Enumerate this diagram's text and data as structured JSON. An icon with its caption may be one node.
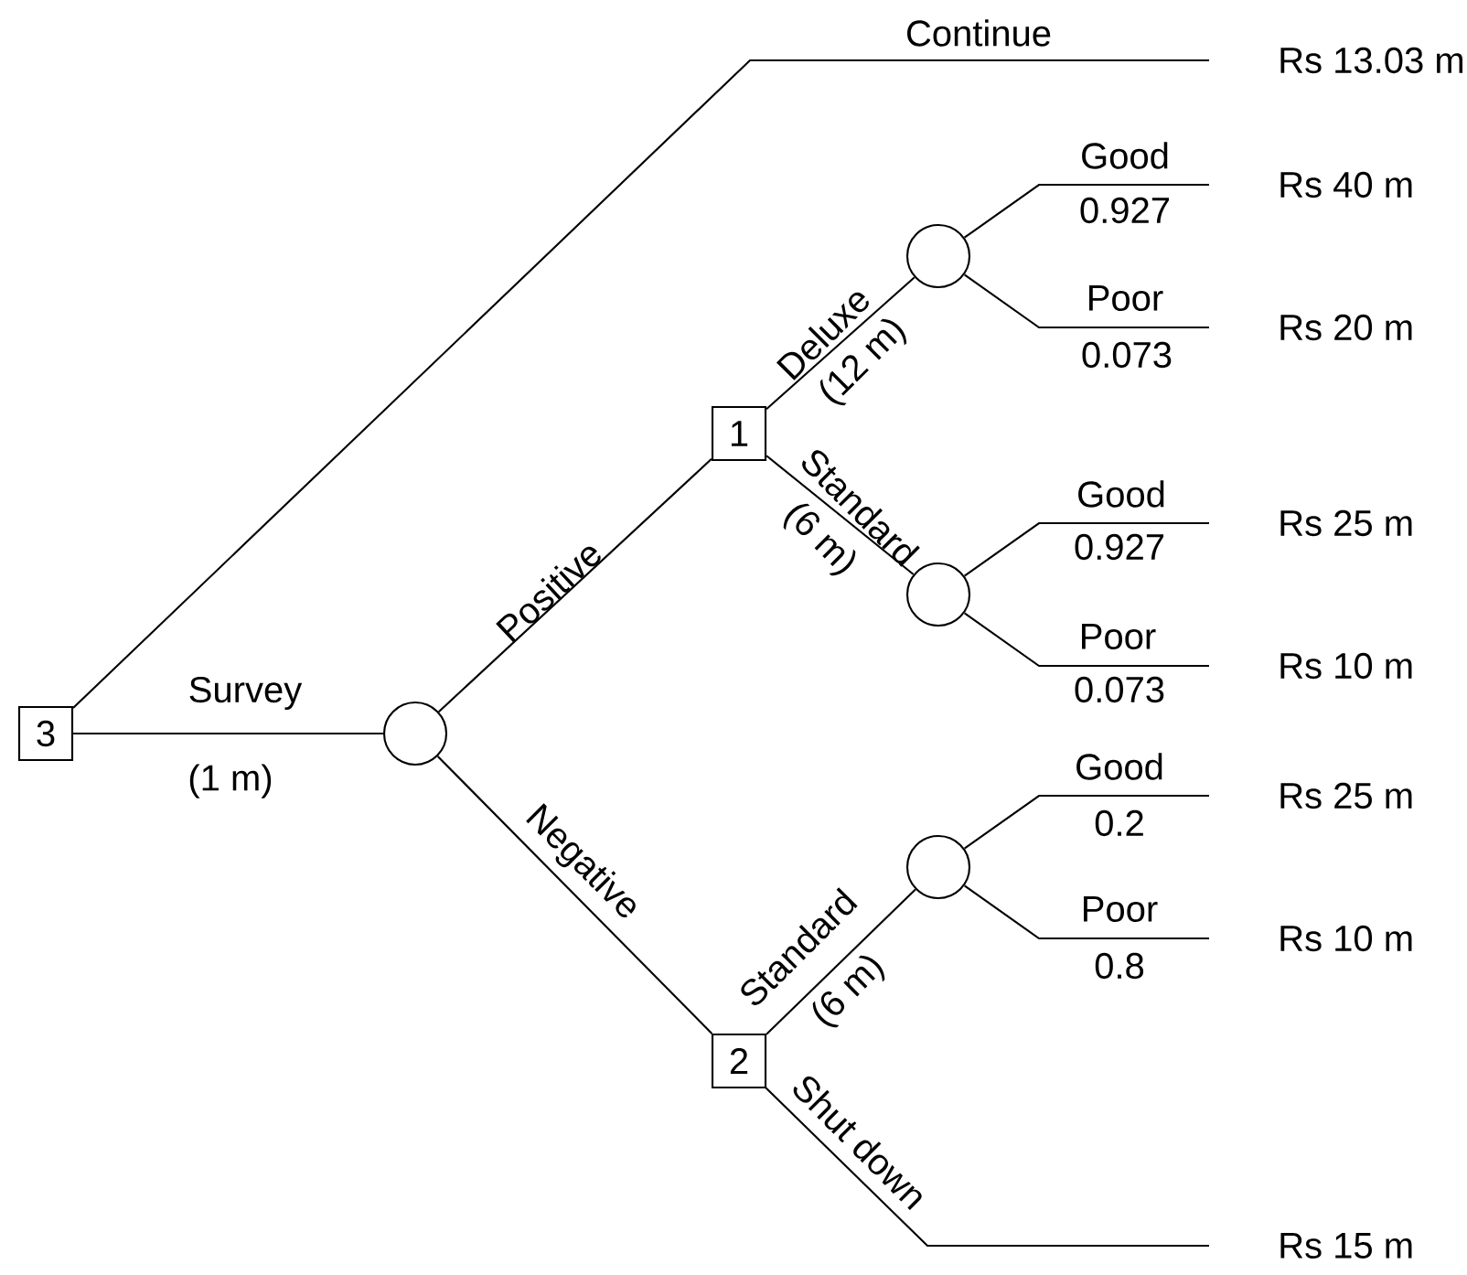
{
  "diagram": {
    "nodes": [
      {
        "text": [
          "3"
        ]
      },
      {
        "text": [],
        "shape": "circle"
      },
      {
        "text": [
          "1"
        ]
      },
      {
        "text": [],
        "shape": "circle"
      },
      {
        "text": [],
        "shape": "circle"
      },
      {
        "text": [
          "2"
        ]
      },
      {
        "text": [],
        "shape": "circle"
      },
      {
        "text": [
          "Rs 13.03 m"
        ]
      },
      {
        "text": [
          "Rs 40 m"
        ]
      },
      {
        "text": [
          "Rs 20 m"
        ]
      },
      {
        "text": [
          "Rs 25 m"
        ]
      },
      {
        "text": [
          "Rs 10 m"
        ]
      },
      {
        "text": [
          "Rs 25 m"
        ]
      },
      {
        "text": [
          "Rs 10 m"
        ]
      },
      {
        "text": [
          "Rs 15 m"
        ]
      }
    ],
    "edges": [
      {
        "from": 0,
        "to": 7,
        "arrow": "none",
        "label": "Continue"
      },
      {
        "from": 0,
        "to": 1,
        "arrow": "none",
        "label": "Survey"
      },
      {
        "from": 1,
        "to": 2,
        "arrow": "none",
        "label": "Positive"
      },
      {
        "from": 1,
        "to": 5,
        "arrow": "none",
        "label": "Negative"
      },
      {
        "from": 2,
        "to": 3,
        "arrow": "none",
        "label": "Deluxe"
      },
      {
        "from": 2,
        "to": 4,
        "arrow": "none",
        "label": "Standard"
      },
      {
        "from": 3,
        "to": 8,
        "arrow": "none",
        "label": "Good"
      },
      {
        "from": 3,
        "to": 9,
        "arrow": "none",
        "label": "Poor"
      },
      {
        "from": 4,
        "to": 10,
        "arrow": "none",
        "label": "Good"
      },
      {
        "from": 4,
        "to": 11,
        "arrow": "none",
        "label": "Poor"
      },
      {
        "from": 5,
        "to": 6,
        "arrow": "none",
        "label": "Standard"
      },
      {
        "from": 6,
        "to": 12,
        "arrow": "none",
        "label": "Good"
      },
      {
        "from": 6,
        "to": 13,
        "arrow": "none",
        "label": "Poor"
      },
      {
        "from": 5,
        "to": 14,
        "arrow": "none",
        "label": "Shut down"
      }
    ],
    "labels": [
      "0.927",
      "0.073",
      "(12 m)",
      "0.927",
      "(6 m)",
      "0.073",
      "(1 m)",
      "0.2",
      "0.8",
      "(6 m)"
    ]
  }
}
